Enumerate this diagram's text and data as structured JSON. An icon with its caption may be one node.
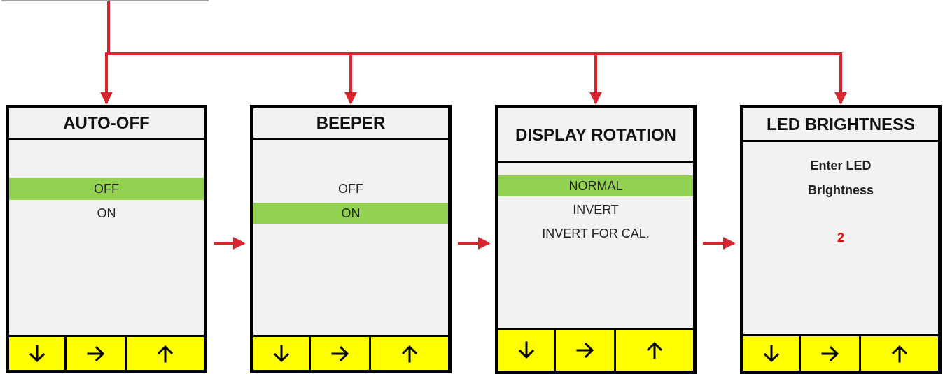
{
  "diagram": {
    "nodes": [
      {
        "text": [],
        "shape": "box"
      },
      {
        "text": [
          "AUTO-OFF",
          "ON"
        ]
      },
      {
        "text": [
          "OFF"
        ],
        "in": 1
      },
      {
        "text": [
          "BEEPER",
          "OFF"
        ]
      },
      {
        "text": [
          "ON"
        ],
        "in": 3
      },
      {
        "text": [
          "DISPLAY ROTATION",
          "INVERT",
          "INVERT FOR CAL."
        ]
      },
      {
        "text": [
          "NORMAL"
        ],
        "in": 5
      },
      {
        "text": [
          "LED BRIGHTNESS",
          "Enter LED Brightness",
          "2"
        ]
      }
    ],
    "edges": [
      {
        "from": 0,
        "to": 1,
        "arrow": "to"
      },
      {
        "from": 0,
        "to": 3,
        "arrow": "to"
      },
      {
        "from": 0,
        "to": 5,
        "arrow": "to"
      },
      {
        "from": 0,
        "to": 7,
        "arrow": "to"
      },
      {
        "from": 1,
        "to": 3,
        "arrow": "to"
      },
      {
        "from": 3,
        "to": 5,
        "arrow": "to"
      },
      {
        "from": 5,
        "to": 7,
        "arrow": "to"
      }
    ]
  }
}
